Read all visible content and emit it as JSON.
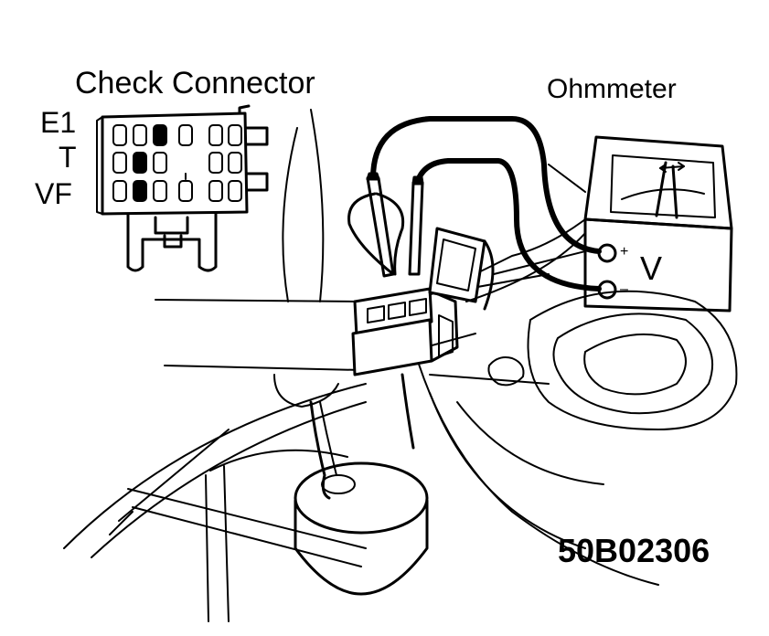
{
  "labels": {
    "check_connector": "Check Connector",
    "ohmmeter": "Ohmmeter",
    "pin_e1": "E1",
    "pin_t": "T",
    "pin_vf": "VF",
    "meter_unit": "V",
    "meter_plus": "+",
    "meter_minus": "–",
    "figure_code": "50B02306"
  },
  "colors": {
    "ink": "#000000",
    "paper": "#ffffff"
  }
}
